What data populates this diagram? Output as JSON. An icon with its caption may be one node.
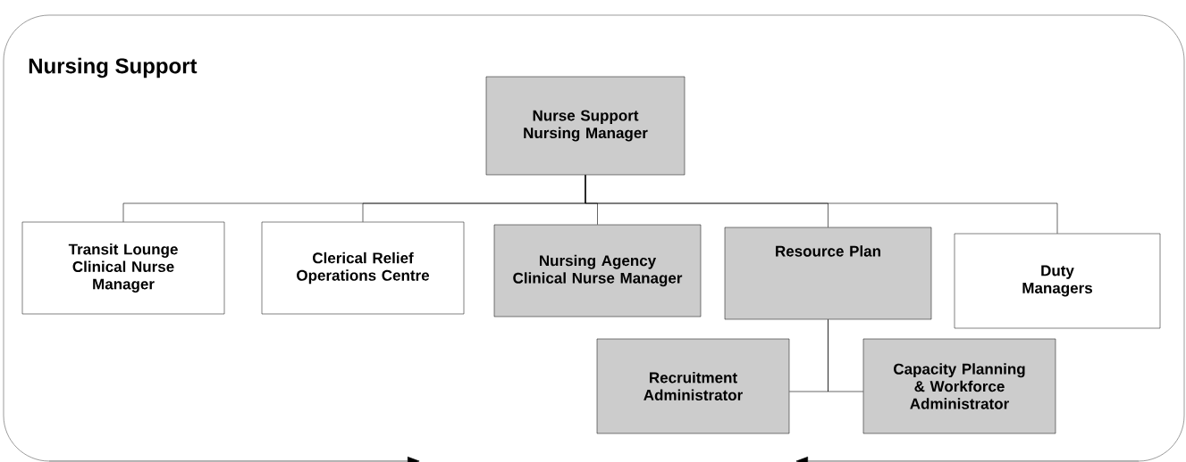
{
  "diagram": {
    "nodes": [
      {
        "text": [
          "Nursing Support"
        ]
      },
      {
        "text": [
          "Nurse Support Nursing Manager"
        ],
        "in": 0
      },
      {
        "text": [
          "Transit Lounge Clinical Nurse Manager"
        ],
        "in": 0
      },
      {
        "text": [
          "Clerical Relief Operations Centre"
        ],
        "in": 0
      },
      {
        "text": [
          "Nursing Agency Clinical Nurse Manager"
        ],
        "in": 0
      },
      {
        "text": [
          "Resource Plan"
        ],
        "in": 0
      },
      {
        "text": [
          "Duty Managers"
        ],
        "in": 0
      },
      {
        "text": [
          "Recruitment Administrator"
        ],
        "in": 0
      },
      {
        "text": [
          "Capacity Planning & Workforce Administrator"
        ],
        "in": 0
      }
    ],
    "edges": [
      {
        "from": 1,
        "to": 2,
        "arrow": "none"
      },
      {
        "from": 1,
        "to": 3,
        "arrow": "none"
      },
      {
        "from": 1,
        "to": 4,
        "arrow": "none"
      },
      {
        "from": 1,
        "to": 5,
        "arrow": "none"
      },
      {
        "from": 1,
        "to": 6,
        "arrow": "none"
      },
      {
        "from": 5,
        "to": 7,
        "arrow": "none"
      },
      {
        "from": 5,
        "to": 8,
        "arrow": "none"
      }
    ]
  }
}
